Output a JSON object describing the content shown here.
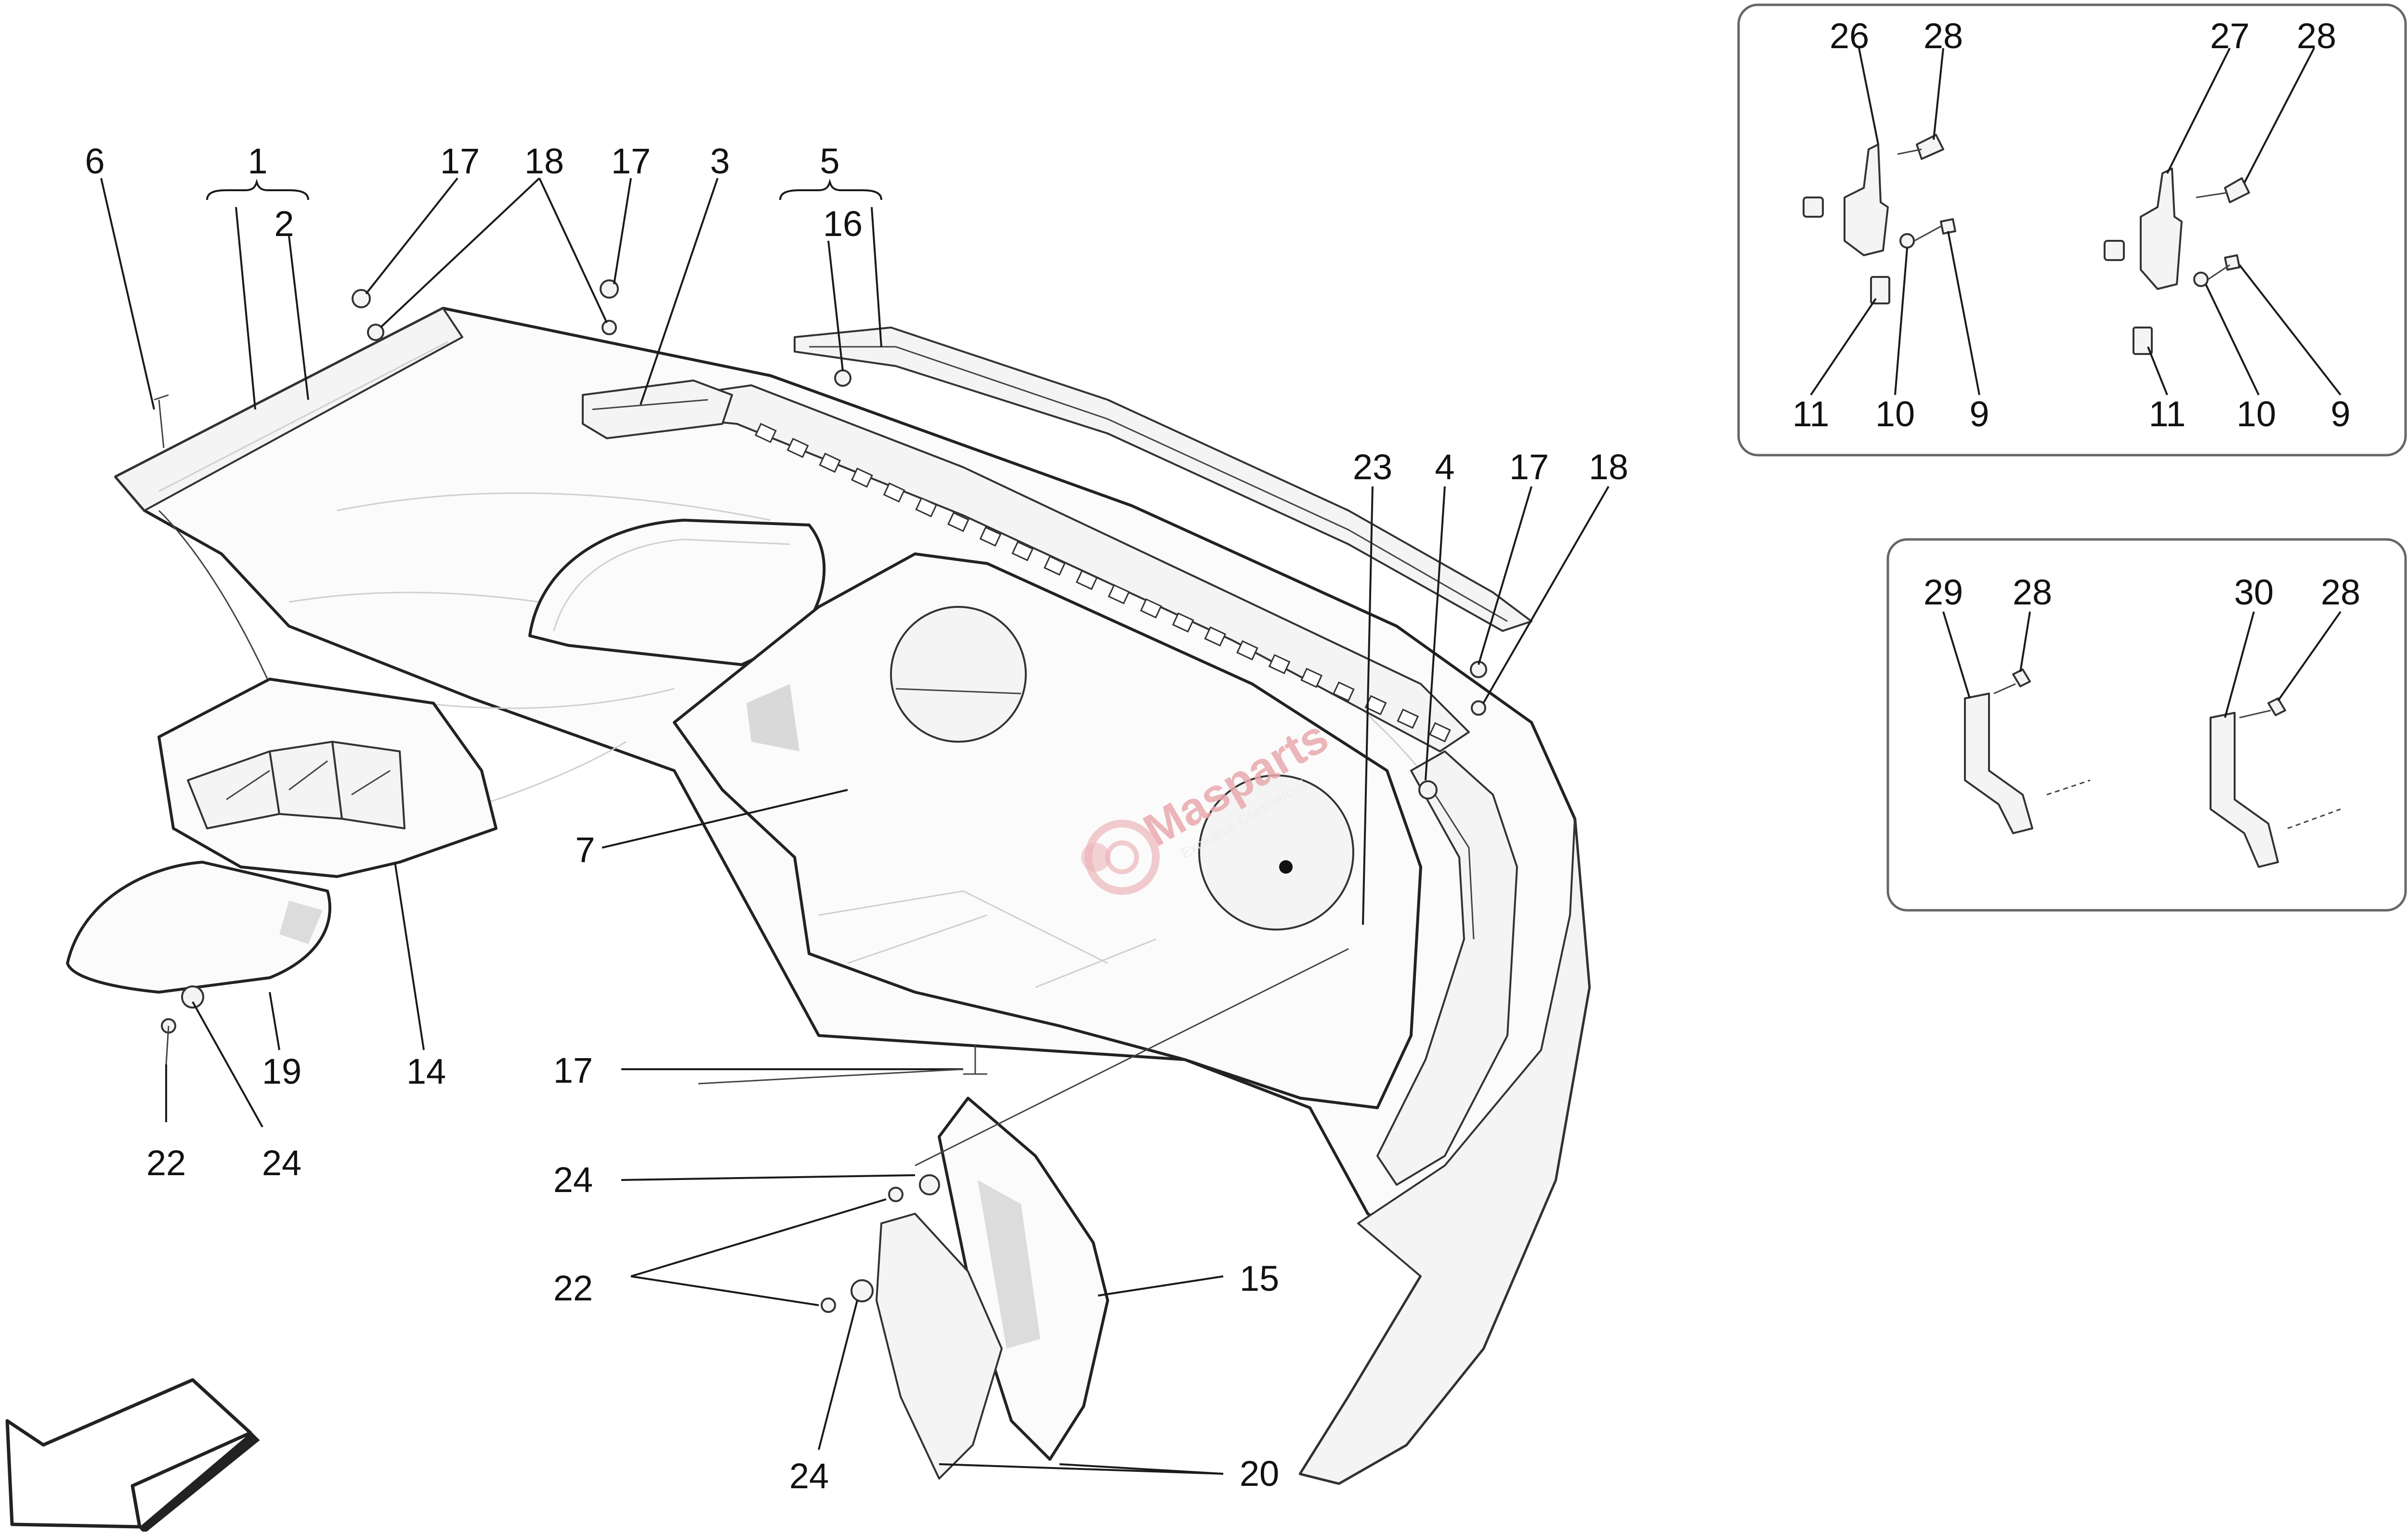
{
  "callouts": {
    "c1": "1",
    "c2": "2",
    "c3": "3",
    "c4": "4",
    "c5": "5",
    "c6": "6",
    "c7": "7",
    "c14": "14",
    "c15": "15",
    "c16": "16",
    "c17a": "17",
    "c17b": "17",
    "c17c": "17",
    "c17d": "17",
    "c18a": "18",
    "c18b": "18",
    "c19": "19",
    "c20": "20",
    "c22a": "22",
    "c22b": "22",
    "c23": "23",
    "c24a": "24",
    "c24b": "24",
    "c24c": "24"
  },
  "inset_top": {
    "left": {
      "bracket": "26",
      "screw": "28",
      "clip": "11",
      "washer": "10",
      "bolt": "9"
    },
    "right": {
      "bracket": "27",
      "screw": "28",
      "clip": "11",
      "washer": "10",
      "bolt": "9"
    }
  },
  "inset_bottom": {
    "left": {
      "bracket": "29",
      "screw": "28"
    },
    "right": {
      "bracket": "30",
      "screw": "28"
    }
  },
  "watermark": {
    "brand": "Masparts",
    "tagline": "Exclusive Commercial"
  },
  "icons": {
    "direction_arrow": "arrow-down-left-icon"
  }
}
